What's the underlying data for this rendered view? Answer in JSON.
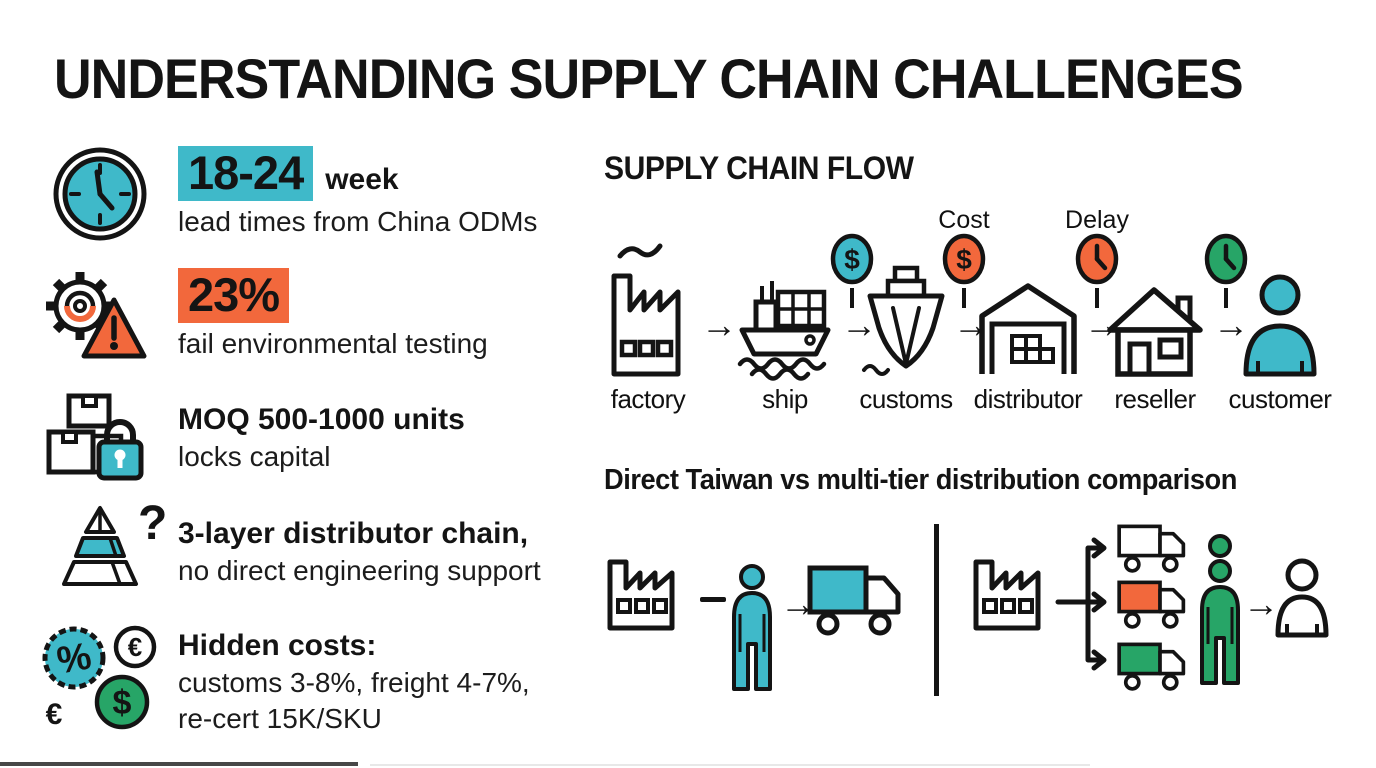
{
  "title": "UNDERSTANDING SUPPLY CHAIN CHALLENGES",
  "colors": {
    "teal": "#3FB9C9",
    "orange": "#F2683C",
    "green": "#27A567",
    "ink": "#141414",
    "background": "#FFFFFF"
  },
  "symbols": {
    "arrow_right": "→",
    "question_mark": "?",
    "percent": "%",
    "euro": "€",
    "dollar": "$"
  },
  "stats": [
    {
      "icon": "clock-icon",
      "highlight": "18-24",
      "highlight_color": "#3FB9C9",
      "suffix": "week",
      "desc": "lead times from China ODMs"
    },
    {
      "icon": "gear-warning-icon",
      "highlight": "23%",
      "highlight_color": "#F2683C",
      "suffix": "",
      "desc": "fail environmental testing"
    },
    {
      "icon": "boxes-lock-icon",
      "title": "MOQ 500-1000 units",
      "desc": "locks capital"
    },
    {
      "icon": "pyramid-question-icon",
      "title": "3-layer distributor chain,",
      "desc": "no direct engineering support"
    },
    {
      "icon": "hidden-costs-icon",
      "title": "Hidden costs:",
      "desc": "customs 3-8%, freight 4-7%,",
      "desc2": "re-cert 15K/SKU"
    }
  ],
  "flow": {
    "heading": "SUPPLY CHAIN FLOW",
    "stages": [
      "factory",
      "ship",
      "customs",
      "distributor",
      "reseller",
      "customer"
    ],
    "badges": [
      {
        "type": "dollar",
        "color": "#3FB9C9",
        "label": "",
        "symbol": "$"
      },
      {
        "type": "dollar",
        "color": "#F2683C",
        "label": "Cost",
        "symbol": "$"
      },
      {
        "type": "clock",
        "color": "#F2683C",
        "label": "Delay"
      },
      {
        "type": "clock",
        "color": "#27A567",
        "label": ""
      }
    ]
  },
  "comparison": {
    "heading": "Direct Taiwan vs multi-tier distribution comparison"
  }
}
